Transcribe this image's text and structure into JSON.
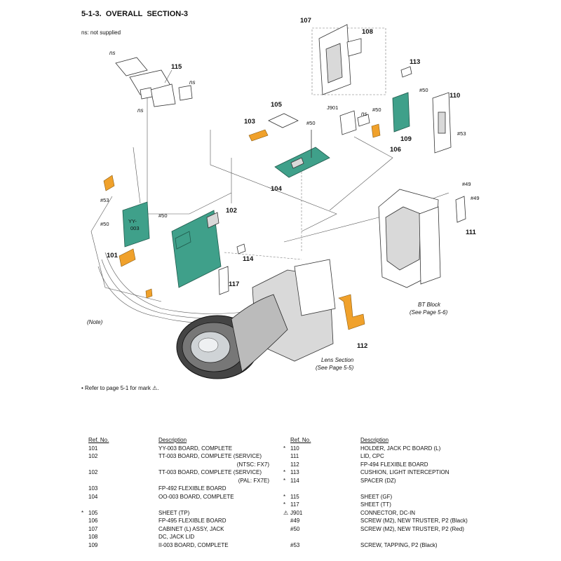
{
  "header": {
    "title": "5-1-3.  OVERALL  SECTION-3",
    "ns_note": "ns: not supplied",
    "refer_note": "• Refer to page 5-1 for mark ⚠."
  },
  "diagram": {
    "callouts": [
      "101",
      "102",
      "103",
      "104",
      "105",
      "106",
      "107",
      "108",
      "109",
      "110",
      "111",
      "112",
      "113",
      "114",
      "115",
      "117"
    ],
    "screws": [
      "#50",
      "#50",
      "#50",
      "#50",
      "#50",
      "#53",
      "#53",
      "#49",
      "#49"
    ],
    "ns_labels": [
      "ns",
      "ns",
      "ns",
      "ns"
    ],
    "j901": "J901",
    "note": "(Note)",
    "bt_block": [
      "BT Block",
      "(See Page 5-6)"
    ],
    "lens_section": [
      "Lens Section",
      "(See Page 5-5)"
    ],
    "board_text": [
      "YY-",
      "003"
    ],
    "colors": {
      "board": "#3fa08a",
      "flex": "#f0a12b"
    }
  },
  "parts_table": {
    "left": {
      "headers": {
        "ref": "Ref. No.",
        "desc": "Description"
      },
      "rows": [
        {
          "mark": "",
          "ref": "101",
          "desc": "YY-003 BOARD, COMPLETE"
        },
        {
          "mark": "",
          "ref": "102",
          "desc": "TT-003 BOARD, COMPLETE (SERVICE)"
        },
        {
          "mark": "",
          "ref": "",
          "desc": "(NTSC: FX7)",
          "right": true
        },
        {
          "mark": "",
          "ref": "102",
          "desc": "TT-003 BOARD, COMPLETE (SERVICE)"
        },
        {
          "mark": "",
          "ref": "",
          "desc": "(PAL: FX7E)",
          "right": true
        },
        {
          "mark": "",
          "ref": "103",
          "desc": "FP-492 FLEXIBLE BOARD"
        },
        {
          "mark": "",
          "ref": "104",
          "desc": "OO-003 BOARD, COMPLETE"
        },
        {
          "mark": "",
          "ref": "",
          "desc": ""
        },
        {
          "mark": "*",
          "ref": "105",
          "desc": "SHEET (TP)"
        },
        {
          "mark": "",
          "ref": "106",
          "desc": "FP-495 FLEXIBLE BOARD"
        },
        {
          "mark": "",
          "ref": "107",
          "desc": "CABINET (L) ASSY, JACK"
        },
        {
          "mark": "",
          "ref": "108",
          "desc": "DC, JACK LID"
        },
        {
          "mark": "",
          "ref": "109",
          "desc": "II-003 BOARD, COMPLETE"
        }
      ]
    },
    "right": {
      "headers": {
        "ref": "Ref. No.",
        "desc": "Description"
      },
      "rows": [
        {
          "mark": "*",
          "ref": "110",
          "desc": "HOLDER, JACK PC BOARD (L)"
        },
        {
          "mark": "",
          "ref": "111",
          "desc": "LID, CPC"
        },
        {
          "mark": "",
          "ref": "112",
          "desc": "FP-494 FLEXIBLE BOARD"
        },
        {
          "mark": "*",
          "ref": "113",
          "desc": "CUSHION, LIGHT INTERCEPTION"
        },
        {
          "mark": "*",
          "ref": "114",
          "desc": "SPACER (DZ)"
        },
        {
          "mark": "",
          "ref": "",
          "desc": ""
        },
        {
          "mark": "*",
          "ref": "115",
          "desc": "SHEET (GF)"
        },
        {
          "mark": "*",
          "ref": "117",
          "desc": "SHEET (TT)"
        },
        {
          "mark": "⚠",
          "ref": "J901",
          "desc": "CONNECTOR, DC-IN"
        },
        {
          "mark": "",
          "ref": "#49",
          "desc": "SCREW (M2), NEW TRUSTER, P2 (Black)"
        },
        {
          "mark": "",
          "ref": "#50",
          "desc": "SCREW (M2), NEW TRUSTER, P2 (Red)"
        },
        {
          "mark": "",
          "ref": "",
          "desc": ""
        },
        {
          "mark": "",
          "ref": "#53",
          "desc": "SCREW, TAPPING, P2 (Black)"
        }
      ]
    }
  }
}
